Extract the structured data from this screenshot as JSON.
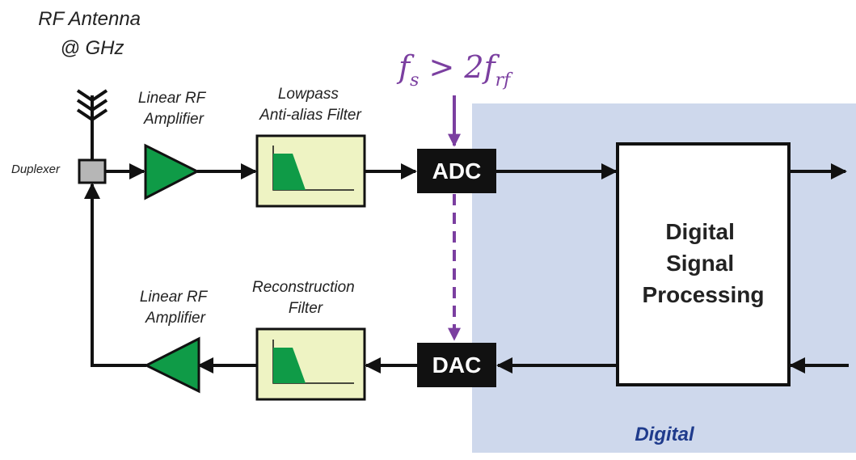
{
  "antenna_label": [
    "RF Antenna",
    "@ GHz"
  ],
  "duplexer_label": "Duplexer",
  "tx_amp_label": [
    "Linear RF",
    "Amplifier"
  ],
  "lowpass_label": [
    "Lowpass",
    "Anti-alias Filter"
  ],
  "rx_amp_label": [
    "Linear RF",
    "Amplifier"
  ],
  "recon_label": [
    "Reconstruction",
    "Filter"
  ],
  "adc_label": "ADC",
  "dac_label": "DAC",
  "dsp_label": [
    "Digital",
    "Signal",
    "Processing"
  ],
  "region_label": "Digital",
  "sampling_condition": {
    "f1": "f",
    "sub1": "s",
    "op": " > 2",
    "f2": "f",
    "sub2": "rf"
  },
  "colors": {
    "digital_region": "#ced8ec",
    "amplifier": "#0f9b47",
    "filter_box": "#eef3c3",
    "converter": "#111111",
    "annotation": "#7b3fa0"
  }
}
